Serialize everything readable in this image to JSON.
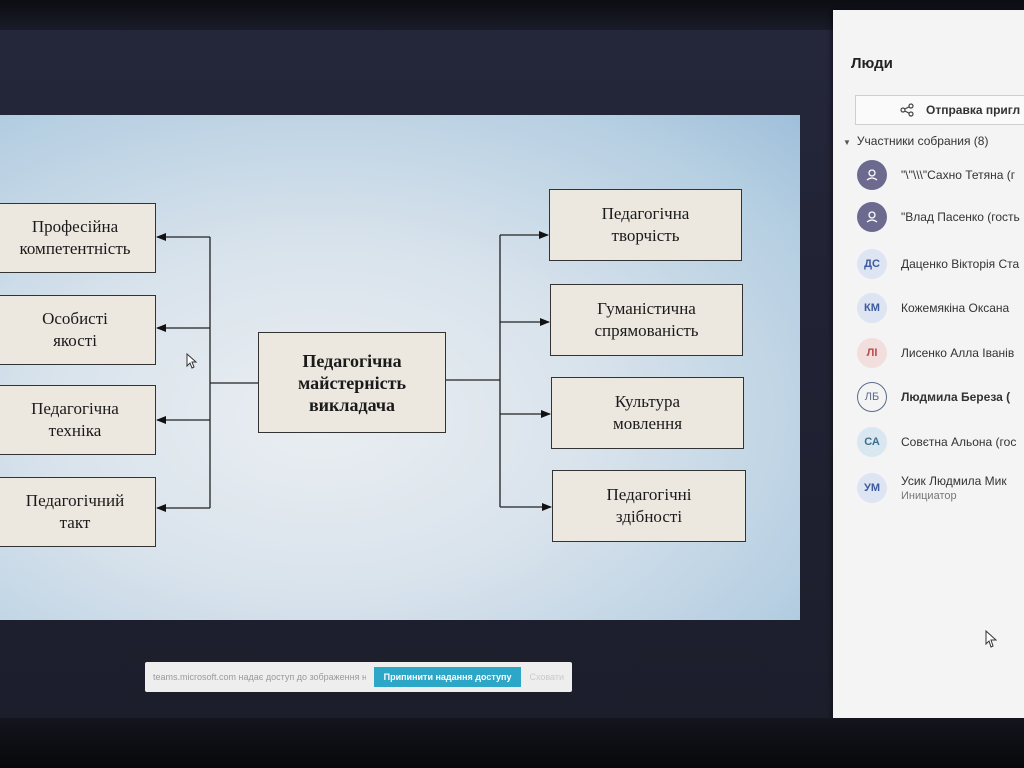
{
  "slide": {
    "center_box": [
      "Педагогічна",
      "майстерність",
      "викладача"
    ],
    "left_boxes": [
      [
        "Професійна",
        "компетентність"
      ],
      [
        "Особисті",
        "якості"
      ],
      [
        "Педагогічна",
        "техніка"
      ],
      [
        "Педагогічний",
        "такт"
      ]
    ],
    "right_boxes": [
      [
        "Педагогічна",
        "творчість"
      ],
      [
        "Гуманістична",
        "спрямованість"
      ],
      [
        "Культура",
        "мовлення"
      ],
      [
        "Педагогічні",
        "здібності"
      ]
    ]
  },
  "share_bar": {
    "message": "teams.microsoft.com надає доступ до зображення на екран",
    "stop_label": "Припинити надання доступу",
    "hide_label": "Сховати"
  },
  "people_panel": {
    "title": "Люди",
    "invite_label": "Отправка пригл",
    "participants_header": "Участники собрания (8)",
    "participants": [
      {
        "name": "\"\\\"\\\\\\\"Сахно Тетяна (г",
        "avatar_type": "icon"
      },
      {
        "name": "\"Влад Пасенко (гость",
        "avatar_type": "icon"
      },
      {
        "name": "Даценко Вікторія Ста",
        "initials": "ДС",
        "avatar_type": "initials",
        "color": "#3d5a9e",
        "bg": "#dde4f2"
      },
      {
        "name": "Кожемякіна Оксана",
        "initials": "КМ",
        "avatar_type": "initials",
        "color": "#3d5a9e",
        "bg": "#dde4f2"
      },
      {
        "name": "Лисенко Алла Іванів",
        "initials": "ЛІ",
        "avatar_type": "initials",
        "color": "#b54a4a",
        "bg": "#f3dede"
      },
      {
        "name": "Людмила Береза (",
        "initials": "ЛБ",
        "avatar_type": "initials-ring",
        "color": "#5a6b8a",
        "bg": "#f4f4f4",
        "bold": true
      },
      {
        "name": "Совєтна Альона (гос",
        "initials": "СА",
        "avatar_type": "initials",
        "color": "#3d6e8e",
        "bg": "#d9e8f0"
      },
      {
        "name": "Усик Людмила Мик",
        "initials": "УМ",
        "avatar_type": "initials",
        "color": "#3d5a9e",
        "bg": "#dde4f2",
        "role": "Инициатор"
      }
    ]
  }
}
